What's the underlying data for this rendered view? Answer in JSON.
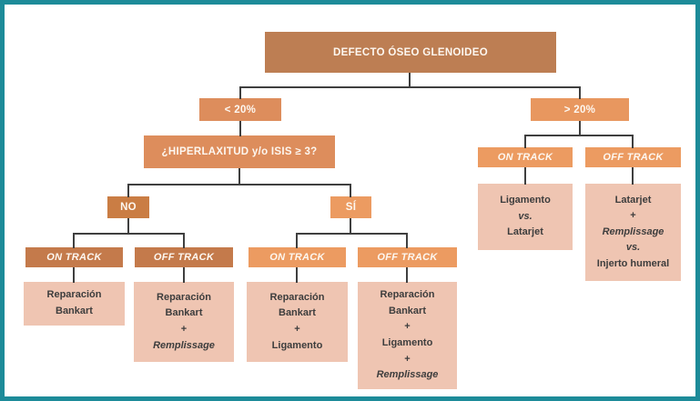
{
  "diagram": {
    "title": "DEFECTO ÓSEO GLENOIDEO",
    "colors": {
      "frame_border": "#1d8b99",
      "root_box": "#bd7e53",
      "medium_orange": "#dd8d5c",
      "light_orange": "#ec9b61",
      "no_box": "#ca7d44",
      "dark_track": "#c47a4b",
      "leaf_box": "#efc5b2",
      "leaf_text": "#3d3d3d",
      "connector": "#3f3f3f",
      "box_text": "#fdf7f0"
    }
  },
  "nodes": {
    "root": {
      "label": "DEFECTO ÓSEO GLENOIDEO"
    },
    "lt20": {
      "label": "< 20%"
    },
    "gt20": {
      "label": "> 20%"
    },
    "hyperlax": {
      "label": "¿HIPERLAXITUD y/o ISIS ≥ 3?"
    },
    "no": {
      "label": "NO"
    },
    "si": {
      "label": "SÍ"
    },
    "on_track_no": {
      "label": "ON TRACK"
    },
    "off_track_no": {
      "label": "OFF TRACK"
    },
    "on_track_si": {
      "label": "ON TRACK"
    },
    "off_track_si": {
      "label": "OFF TRACK"
    },
    "on_track_r": {
      "label": "ON TRACK"
    },
    "off_track_r": {
      "label": "OFF TRACK"
    },
    "leaf1": {
      "lines": [
        {
          "t": "Reparación",
          "i": false
        },
        {
          "t": "Bankart",
          "i": false
        }
      ]
    },
    "leaf2": {
      "lines": [
        {
          "t": "Reparación",
          "i": false
        },
        {
          "t": "Bankart",
          "i": false
        },
        {
          "t": "+",
          "i": false
        },
        {
          "t": "Remplissage",
          "i": true
        }
      ]
    },
    "leaf3": {
      "lines": [
        {
          "t": "Reparación",
          "i": false
        },
        {
          "t": "Bankart",
          "i": false
        },
        {
          "t": "+",
          "i": false
        },
        {
          "t": "Ligamento",
          "i": false
        }
      ]
    },
    "leaf4": {
      "lines": [
        {
          "t": "Reparación",
          "i": false
        },
        {
          "t": "Bankart",
          "i": false
        },
        {
          "t": "+",
          "i": false
        },
        {
          "t": "Ligamento",
          "i": false
        },
        {
          "t": "+",
          "i": false
        },
        {
          "t": "Remplissage",
          "i": true
        }
      ]
    },
    "leaf5": {
      "lines": [
        {
          "t": "Ligamento",
          "i": false
        },
        {
          "t": "vs.",
          "i": true
        },
        {
          "t": "Latarjet",
          "i": false
        }
      ]
    },
    "leaf6": {
      "lines": [
        {
          "t": "Latarjet",
          "i": false
        },
        {
          "t": "+",
          "i": false
        },
        {
          "t": "Remplissage",
          "i": true
        },
        {
          "t": "vs.",
          "i": true
        },
        {
          "t": "Injerto humeral",
          "i": false
        }
      ]
    }
  }
}
